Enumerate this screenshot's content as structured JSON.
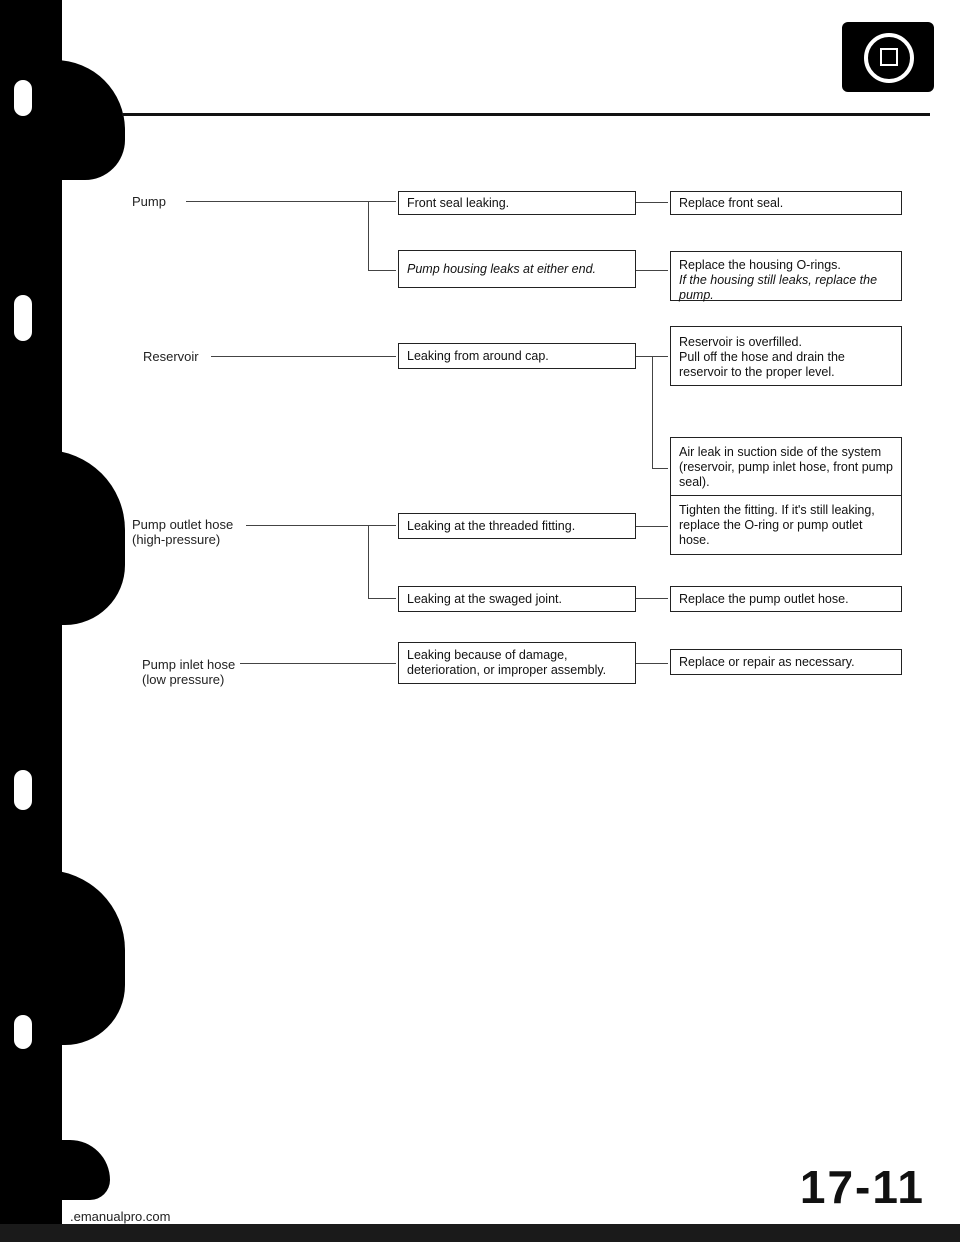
{
  "header": {
    "icon": "steering-wheel-icon"
  },
  "rows": {
    "pump": {
      "label": "Pump",
      "cause1": "Front seal leaking.",
      "fix1": "Replace front seal.",
      "cause2": "Pump housing leaks at either end.",
      "fix2_line1": "Replace the housing O-rings.",
      "fix2_line2": "If the housing still leaks, replace the pump."
    },
    "reservoir": {
      "label": "Reservoir",
      "cause": "Leaking from around cap.",
      "fix1_line1": "Reservoir is overfilled.",
      "fix1_line2": "Pull off the hose and drain the reservoir to the proper level.",
      "fix2": "Air leak in suction side of the system (reservoir, pump inlet hose, front pump seal)."
    },
    "outlet": {
      "label_line1": "Pump outlet hose",
      "label_line2": "(high-pressure)",
      "cause1": "Leaking at the threaded fitting.",
      "fix1": "Tighten the fitting. If it's still leaking, replace the O-ring or pump outlet hose.",
      "cause2": "Leaking at the swaged joint.",
      "fix2": "Replace the pump outlet hose."
    },
    "inlet": {
      "label_line1": "Pump inlet hose",
      "label_line2": "(low pressure)",
      "cause": "Leaking because of damage, deterioration, or improper assembly.",
      "fix": "Replace or repair as necessary."
    }
  },
  "footer": {
    "url": ".emanualpro.com",
    "page": "17-11"
  }
}
